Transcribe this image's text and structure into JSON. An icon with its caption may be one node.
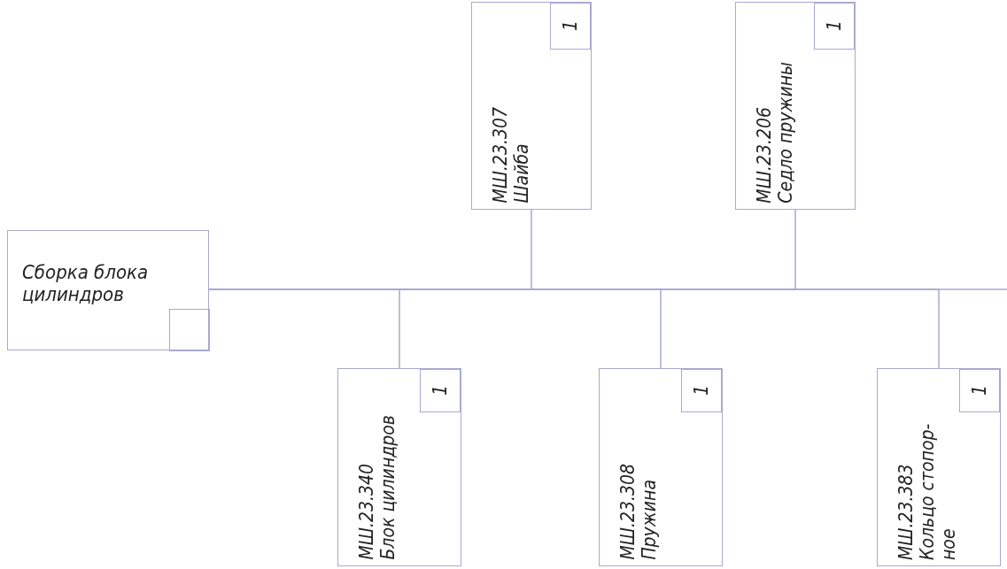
{
  "diagram": {
    "nodes": [
      {
        "text": [
          "Сборка блока цилиндров"
        ]
      },
      {
        "text": [],
        "shape": "box",
        "in": 0
      },
      {
        "text": [
          "МШ.23.307",
          "Шайба"
        ]
      },
      {
        "text": [
          "1"
        ],
        "in": 2
      },
      {
        "text": [
          "МШ.23.206",
          "Седло пружины"
        ]
      },
      {
        "text": [
          "1"
        ],
        "in": 4
      },
      {
        "text": [
          "МШ.23.340",
          "Блок цилиндров"
        ]
      },
      {
        "text": [
          "1"
        ],
        "in": 6
      },
      {
        "text": [
          "МШ.23.308",
          "Пружина"
        ]
      },
      {
        "text": [
          "1"
        ],
        "in": 8
      },
      {
        "text": [
          "МШ.23.383",
          "Кольцо стопор- ное"
        ]
      },
      {
        "text": [
          "1"
        ],
        "in": 10
      }
    ],
    "edges": [
      {
        "from": 0,
        "to": null,
        "arrow": "none"
      },
      {
        "from": 2,
        "to": 0,
        "arrow": "none"
      },
      {
        "from": 4,
        "to": 0,
        "arrow": "none"
      },
      {
        "from": 6,
        "to": 0,
        "arrow": "none"
      },
      {
        "from": 8,
        "to": 0,
        "arrow": "none"
      },
      {
        "from": 10,
        "to": 0,
        "arrow": "none"
      }
    ]
  }
}
